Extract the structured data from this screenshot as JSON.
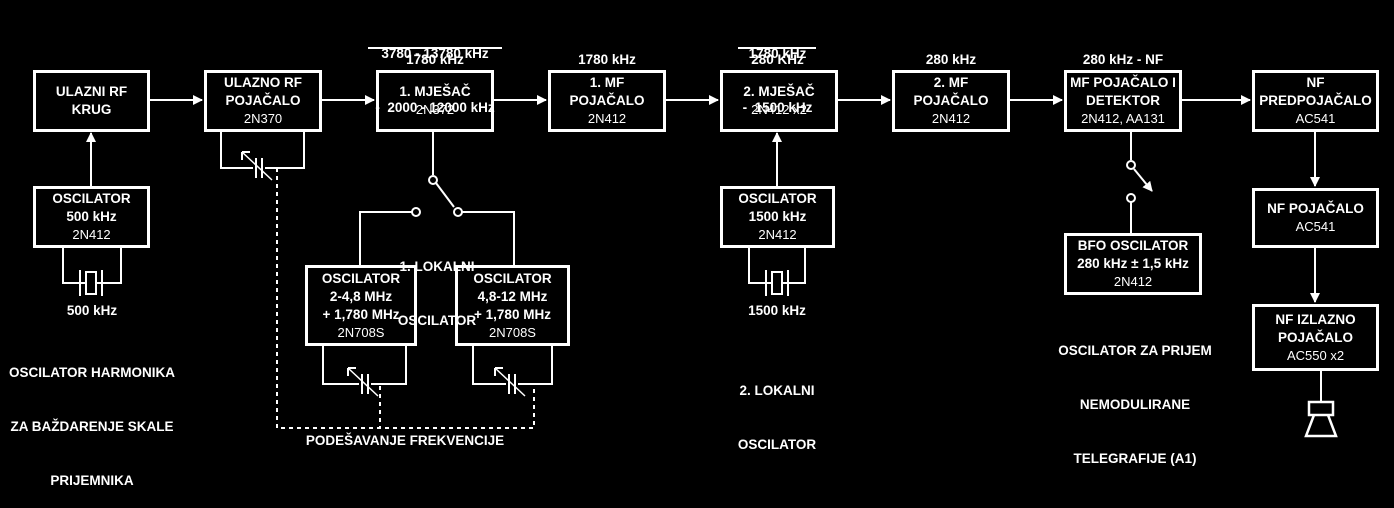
{
  "blocks": {
    "rf_input": {
      "l1": "ULAZNI RF",
      "l2": "KRUG"
    },
    "rf_amp": {
      "l1": "ULAZNO RF",
      "l2": "POJAČALO",
      "part": "2N370"
    },
    "mixer1": {
      "l1": "1. MJEŠAČ",
      "part": "2N372"
    },
    "if1": {
      "l1": "1. MF",
      "l2": "POJAČALO",
      "part": "2N412"
    },
    "mixer2": {
      "l1": "2. MJEŠAČ",
      "part": "2N412 x2"
    },
    "if2": {
      "l1": "2. MF",
      "l2": "POJAČALO",
      "part": "2N412"
    },
    "if_det": {
      "l1": "MF POJAČALO I",
      "l2": "DETEKTOR",
      "part": "2N412, AA131"
    },
    "af_pre": {
      "l1": "NF",
      "l2": "PREDPOJAČALO",
      "part": "AC541"
    },
    "osc500": {
      "l1": "OSCILATOR",
      "l2": "500 kHz",
      "part": "2N412"
    },
    "osc_lo_a": {
      "l1": "OSCILATOR",
      "l2": "2-4,8 MHz",
      "l3": "+ 1,780 MHz",
      "part": "2N708S"
    },
    "osc_lo_b": {
      "l1": "OSCILATOR",
      "l2": "4,8-12 MHz",
      "l3": "+ 1,780 MHz",
      "part": "2N708S"
    },
    "osc1500": {
      "l1": "OSCILATOR",
      "l2": "1500 kHz",
      "part": "2N412"
    },
    "bfo": {
      "l1": "BFO OSCILATOR",
      "l2": "280 kHz ± 1,5 kHz",
      "part": "2N412"
    },
    "af_amp": {
      "l1": "NF POJAČALO",
      "part": "AC541"
    },
    "af_out": {
      "l1": "NF IZLAZNO",
      "l2": "POJAČALO",
      "part": "AC550 x2"
    }
  },
  "labels": {
    "freq_top1": "3780 - 13780 kHz",
    "freq_top2": "-  2000 - 12000 kHz",
    "freq_mix1": "1780 kHz",
    "freq_if1": "1780 kHz",
    "freq_top3": "1780 kHz",
    "freq_top4": "-  1500 kHz",
    "freq_mix2": "280 KHz",
    "freq_if2": "280 kHz",
    "freq_det": "280 kHz - NF",
    "crystal_500": "500 kHz",
    "harm_osc1": "OSCILATOR HARMONIKA",
    "harm_osc2": "ZA BAŽDARENJE SKALE",
    "harm_osc3": "PRIJEMNIKA",
    "lo1_1": "1. LOKALNI",
    "lo1_2": "OSCILATOR",
    "crystal_1500": "1500 kHz",
    "lo2_1": "2. LOKALNI",
    "lo2_2": "OSCILATOR",
    "bfo_note1": "OSCILATOR ZA PRIJEM",
    "bfo_note2": "NEMODULIRANE",
    "bfo_note3": "TELEGRAFIJE (A1)",
    "tuning": "PODEŠAVANJE FREKVENCIJE"
  }
}
